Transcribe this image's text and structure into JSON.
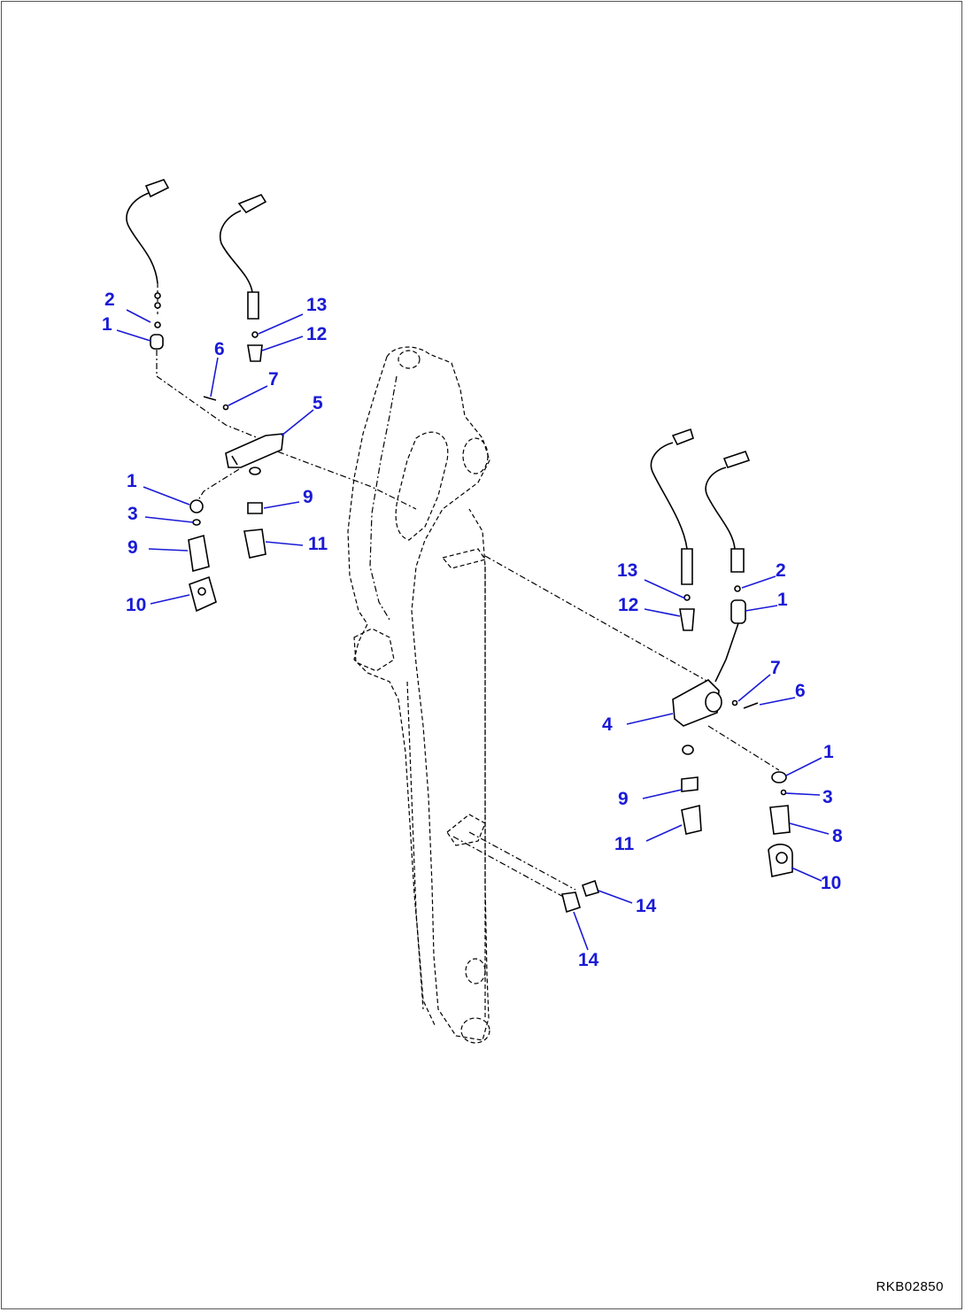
{
  "drawing_code": "RKB02850",
  "callouts": [
    {
      "id": "c-l-2",
      "text": "2"
    },
    {
      "id": "c-l-1a",
      "text": "1"
    },
    {
      "id": "c-l-13",
      "text": "13"
    },
    {
      "id": "c-l-12",
      "text": "12"
    },
    {
      "id": "c-l-6",
      "text": "6"
    },
    {
      "id": "c-l-7",
      "text": "7"
    },
    {
      "id": "c-l-5",
      "text": "5"
    },
    {
      "id": "c-l-1b",
      "text": "1"
    },
    {
      "id": "c-l-3",
      "text": "3"
    },
    {
      "id": "c-l-9a",
      "text": "9"
    },
    {
      "id": "c-l-9b",
      "text": "9"
    },
    {
      "id": "c-l-11",
      "text": "11"
    },
    {
      "id": "c-l-10",
      "text": "10"
    },
    {
      "id": "c-r-13",
      "text": "13"
    },
    {
      "id": "c-r-2",
      "text": "2"
    },
    {
      "id": "c-r-12",
      "text": "12"
    },
    {
      "id": "c-r-1a",
      "text": "1"
    },
    {
      "id": "c-r-7",
      "text": "7"
    },
    {
      "id": "c-r-6",
      "text": "6"
    },
    {
      "id": "c-r-4",
      "text": "4"
    },
    {
      "id": "c-r-1b",
      "text": "1"
    },
    {
      "id": "c-r-3",
      "text": "3"
    },
    {
      "id": "c-r-9",
      "text": "9"
    },
    {
      "id": "c-r-8",
      "text": "8"
    },
    {
      "id": "c-r-11",
      "text": "11"
    },
    {
      "id": "c-r-10",
      "text": "10"
    },
    {
      "id": "c-r-14a",
      "text": "14"
    },
    {
      "id": "c-r-14b",
      "text": "14"
    }
  ]
}
